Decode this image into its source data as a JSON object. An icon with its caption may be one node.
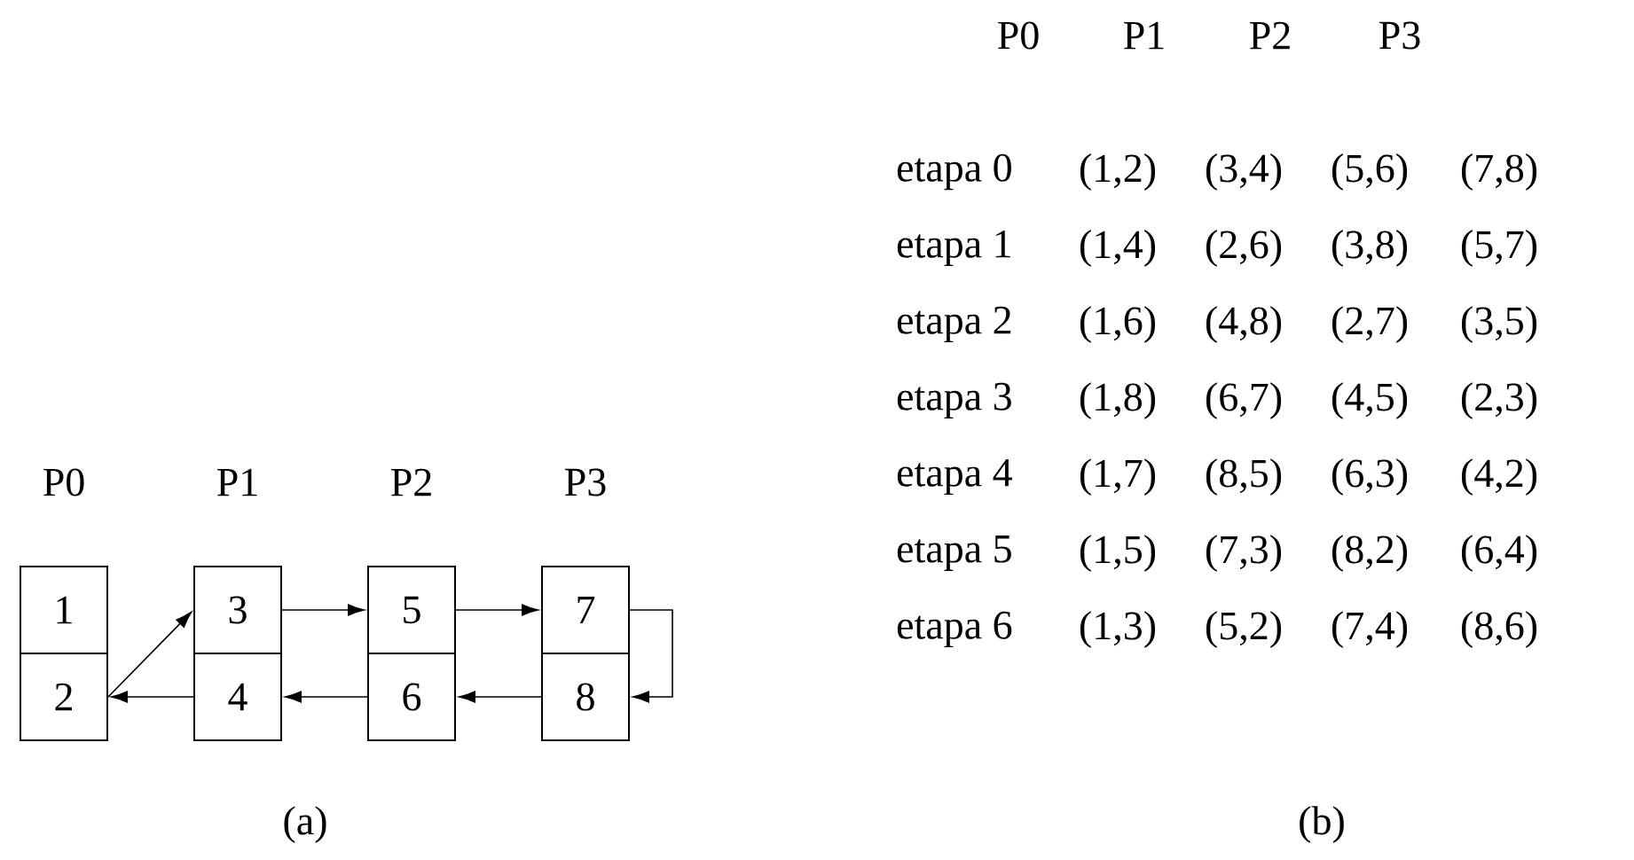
{
  "diagram": {
    "nodes": [
      {
        "text": [
          "1"
        ]
      },
      {
        "text": [
          "2"
        ]
      },
      {
        "text": [
          "3"
        ]
      },
      {
        "text": [
          "4"
        ]
      },
      {
        "text": [
          "5"
        ]
      },
      {
        "text": [
          "6"
        ]
      },
      {
        "text": [
          "7"
        ]
      },
      {
        "text": [
          "8"
        ]
      }
    ],
    "edges": [
      {
        "from": 1,
        "to": 2,
        "arrow": "to"
      },
      {
        "from": 2,
        "to": 4,
        "arrow": "to"
      },
      {
        "from": 4,
        "to": 6,
        "arrow": "to"
      },
      {
        "from": 6,
        "to": 7,
        "arrow": "to"
      },
      {
        "from": 7,
        "to": 5,
        "arrow": "to"
      },
      {
        "from": 5,
        "to": 3,
        "arrow": "to"
      },
      {
        "from": 3,
        "to": 1,
        "arrow": "to"
      }
    ],
    "labels": [
      "P0",
      "P1",
      "P2",
      "P3",
      "etapa 0",
      "(1,2)",
      "(3,4)",
      "(5,6)",
      "(7,8)",
      "etapa 1",
      "(1,4)",
      "(2,6)",
      "(3,8)",
      "(5,7)",
      "etapa 2",
      "(1,6)",
      "(4,8)",
      "(2,7)",
      "(3,5)",
      "etapa 3",
      "(1,8)",
      "(6,7)",
      "(4,5)",
      "(2,3)",
      "etapa 4",
      "(1,7)",
      "(8,5)",
      "(6,3)",
      "(4,2)",
      "etapa 5",
      "(1,5)",
      "(7,3)",
      "(8,2)",
      "(6,4)",
      "etapa 6",
      "(1,3)",
      "(5,2)",
      "(7,4)",
      "(8,6)",
      "P0",
      "P1",
      "P2",
      "P3",
      "(a)",
      "(b)"
    ]
  }
}
